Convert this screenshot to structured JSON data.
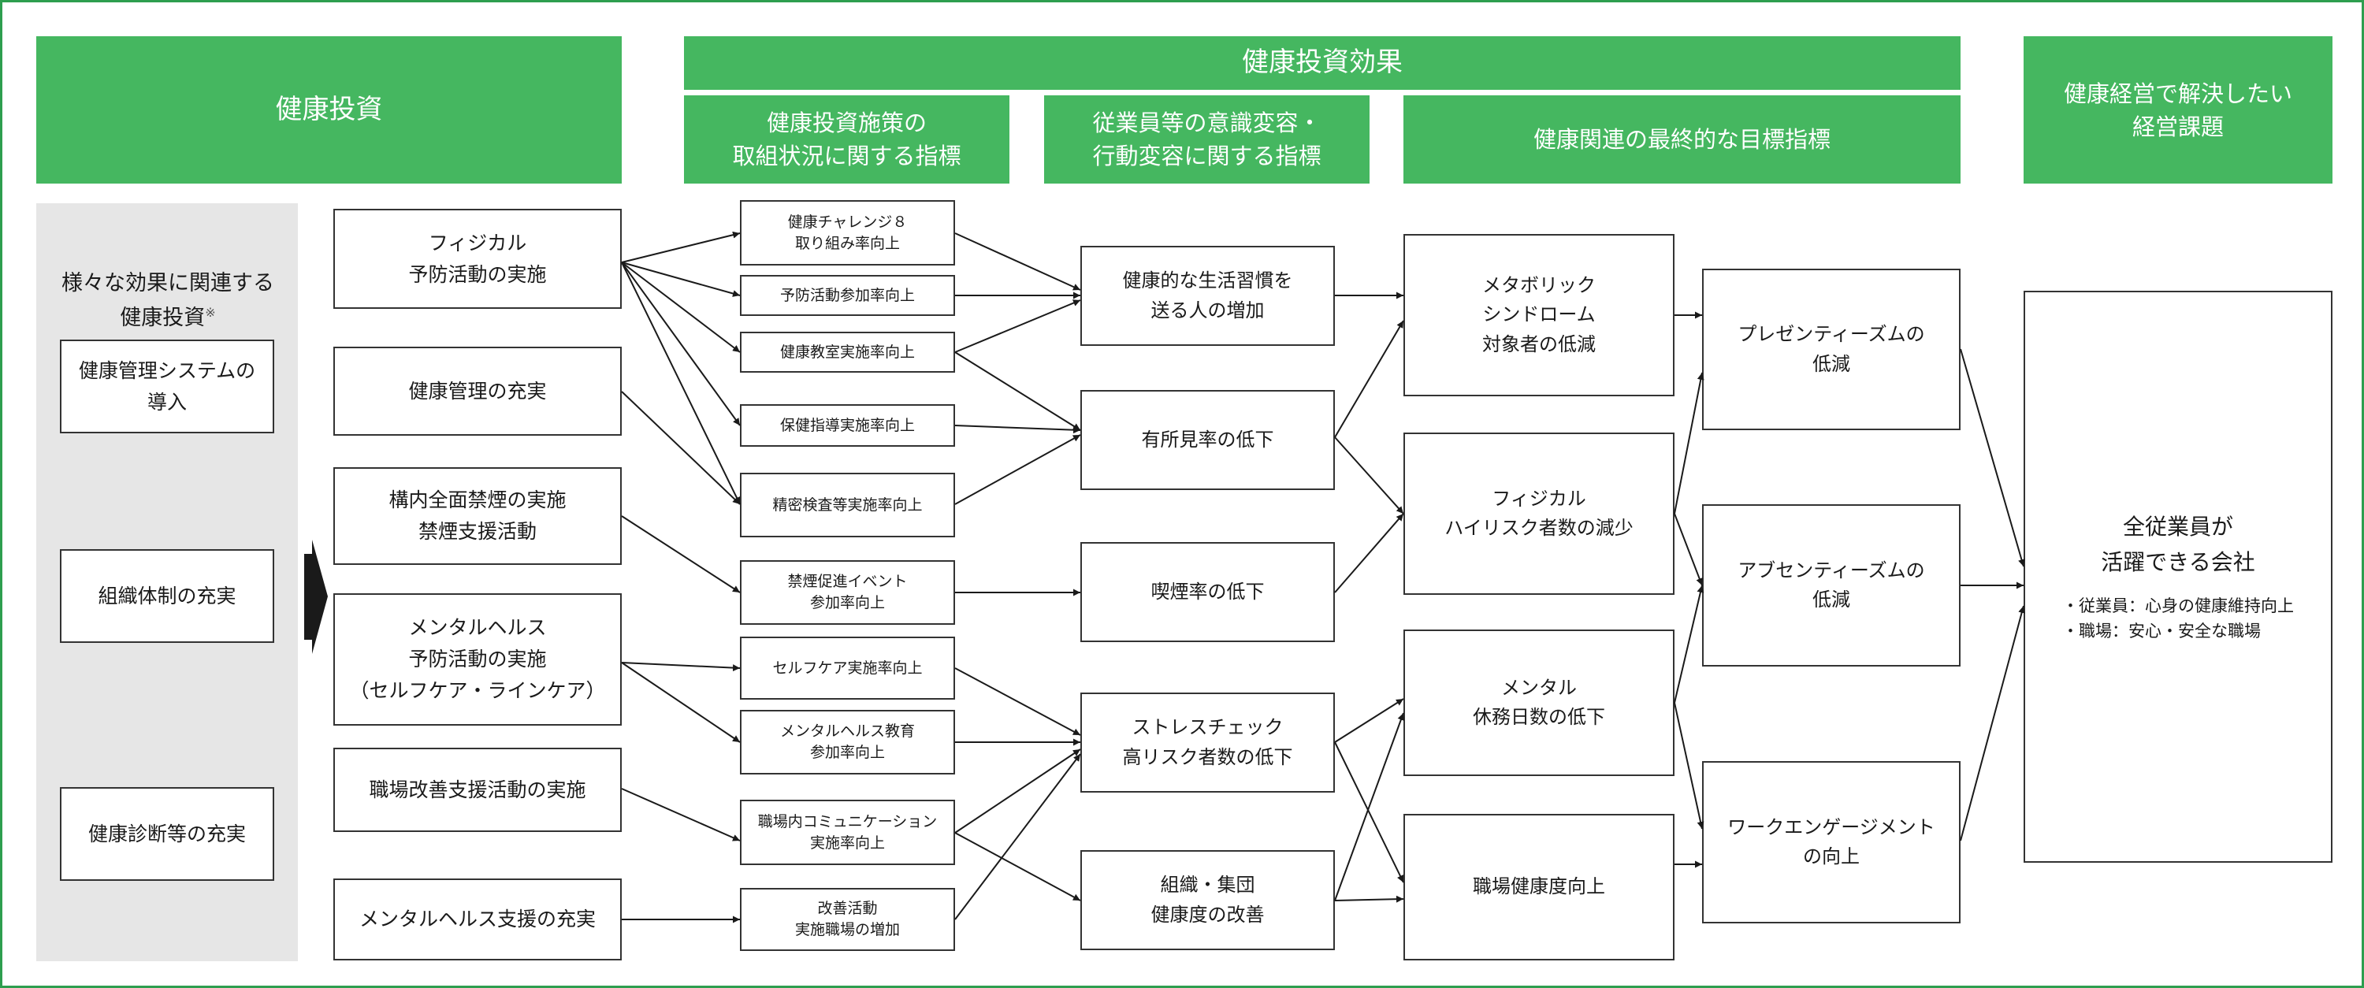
{
  "headers": {
    "investment": "健康投資",
    "effect": "健康投資効果",
    "sub_indicator": "健康投資施策の\n取組状況に関する指標",
    "sub_awareness": "従業員等の意識変容・\n行動変容に関する指標",
    "sub_final": "健康関連の最終的な目標指標",
    "issues": "健康経営で解決したい\n経営課題"
  },
  "left_panel": {
    "title": "様々な効果に関連する\n健康投資",
    "note": "※",
    "items": [
      "健康管理システムの\n導入",
      "組織体制の充実",
      "健康診断等の充実"
    ]
  },
  "col_investment": [
    "フィジカル\n予防活動の実施",
    "健康管理の充実",
    "構内全面禁煙の実施\n禁煙支援活動",
    "メンタルヘルス\n予防活動の実施\n（セルフケア・ラインケア）",
    "職場改善支援活動の実施",
    "メンタルヘルス支援の充実"
  ],
  "col_indicators": [
    "健康チャレンジ８\n取り組み率向上",
    "予防活動参加率向上",
    "健康教室実施率向上",
    "保健指導実施率向上",
    "精密検査等実施率向上",
    "禁煙促進イベント\n参加率向上",
    "セルフケア実施率向上",
    "メンタルヘルス教育\n参加率向上",
    "職場内コミュニケーション\n実施率向上",
    "改善活動\n実施職場の増加"
  ],
  "col_awareness": [
    "健康的な生活習慣を\n送る人の増加",
    "有所見率の低下",
    "喫煙率の低下",
    "ストレスチェック\n高リスク者数の低下",
    "組織・集団\n健康度の改善"
  ],
  "col_final_a": [
    "メタボリック\nシンドローム\n対象者の低減",
    "フィジカル\nハイリスク者数の減少",
    "メンタル\n休務日数の低下",
    "職場健康度向上"
  ],
  "col_final_b": [
    "プレゼンティーズムの\n低減",
    "アブセンティーズムの\n低減",
    "ワークエンゲージメント\nの向上"
  ],
  "goal": {
    "title": "全従業員が\n活躍できる会社",
    "bullets": [
      "・従業員：心身の健康維持向上",
      "・職場：安心・安全な職場"
    ]
  },
  "colors": {
    "header_green": "#45b760",
    "panel_gray": "#e6e6e6",
    "border_green": "#2e9e4f",
    "arrow": "#1a1a1a"
  }
}
